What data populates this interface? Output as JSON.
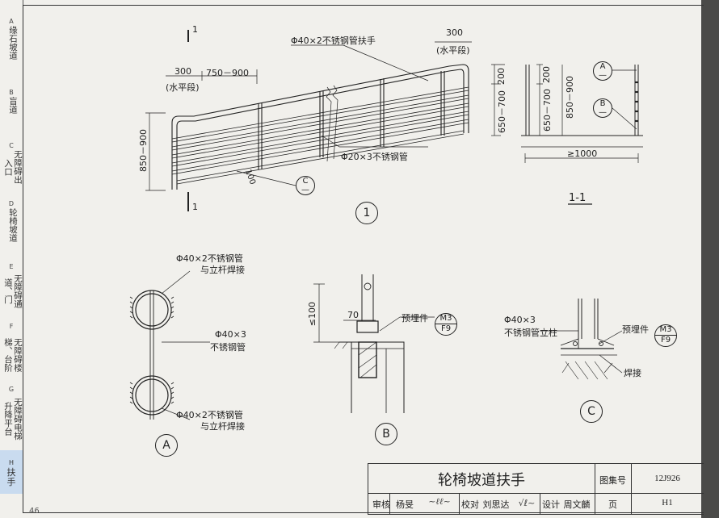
{
  "sidebar": [
    {
      "letter": "A",
      "text": "缘石坡道"
    },
    {
      "letter": "B",
      "text": "盲道"
    },
    {
      "letter": "C",
      "text": "无障碍出入口"
    },
    {
      "letter": "D",
      "text": "轮椅坡道"
    },
    {
      "letter": "E",
      "text": "无障碍通道、门"
    },
    {
      "letter": "F",
      "text": "无障碍楼梯、台阶"
    },
    {
      "letter": "G",
      "text": "无障碍电梯升降平台"
    },
    {
      "letter": "H",
      "text": "扶手"
    }
  ],
  "drawing1": {
    "section_mark": "1",
    "handrail_label": "Φ40×2不锈钢管扶手",
    "horiz_left_dim": "300",
    "horiz_left_note": "(水平段)",
    "span_dim": "750－900",
    "horiz_right_dim": "300",
    "horiz_right_note": "(水平段)",
    "height_dim": "850－900",
    "dim_200": "200",
    "dim_650": "650－700",
    "tube_label": "Φ20×3不锈钢管",
    "dim_100": "100",
    "callout_c": "C",
    "callout_dash": "—",
    "title_num": "1"
  },
  "section11": {
    "dim_200": "200",
    "dim_650": "650－700",
    "dim_850": "850－900",
    "width_dim": "≥1000",
    "callout_a": "A",
    "callout_b": "B",
    "callout_dash": "—",
    "title": "1-1"
  },
  "detailA": {
    "top_label_1": "Φ40×2不锈钢管",
    "top_label_2": "与立杆焊接",
    "mid_label_1": "Φ40×3",
    "mid_label_2": "不锈钢管",
    "bot_label_1": "Φ40×2不锈钢管",
    "bot_label_2": "与立杆焊接",
    "title": "A"
  },
  "detailB": {
    "dim_100": "≤100",
    "dim_70": "70",
    "embed_label": "预埋件",
    "ref_top": "M3",
    "ref_bottom": "F9",
    "title": "B"
  },
  "detailC": {
    "post_label_1": "Φ40×3",
    "post_label_2": "不锈钢管立柱",
    "embed_label": "预埋件",
    "ref_top": "M3",
    "ref_bottom": "F9",
    "weld_label": "焊接",
    "title": "C"
  },
  "titleblock": {
    "title": "轮椅坡道扶手",
    "atlas_label": "图集号",
    "atlas_value": "12J926",
    "page_label": "页",
    "page_value": "H1",
    "review_label": "审核",
    "review_name": "杨旻",
    "check_label": "校对",
    "check_name": "刘思达",
    "design_label": "设计",
    "design_name": "周文麟"
  },
  "page_number": "46"
}
